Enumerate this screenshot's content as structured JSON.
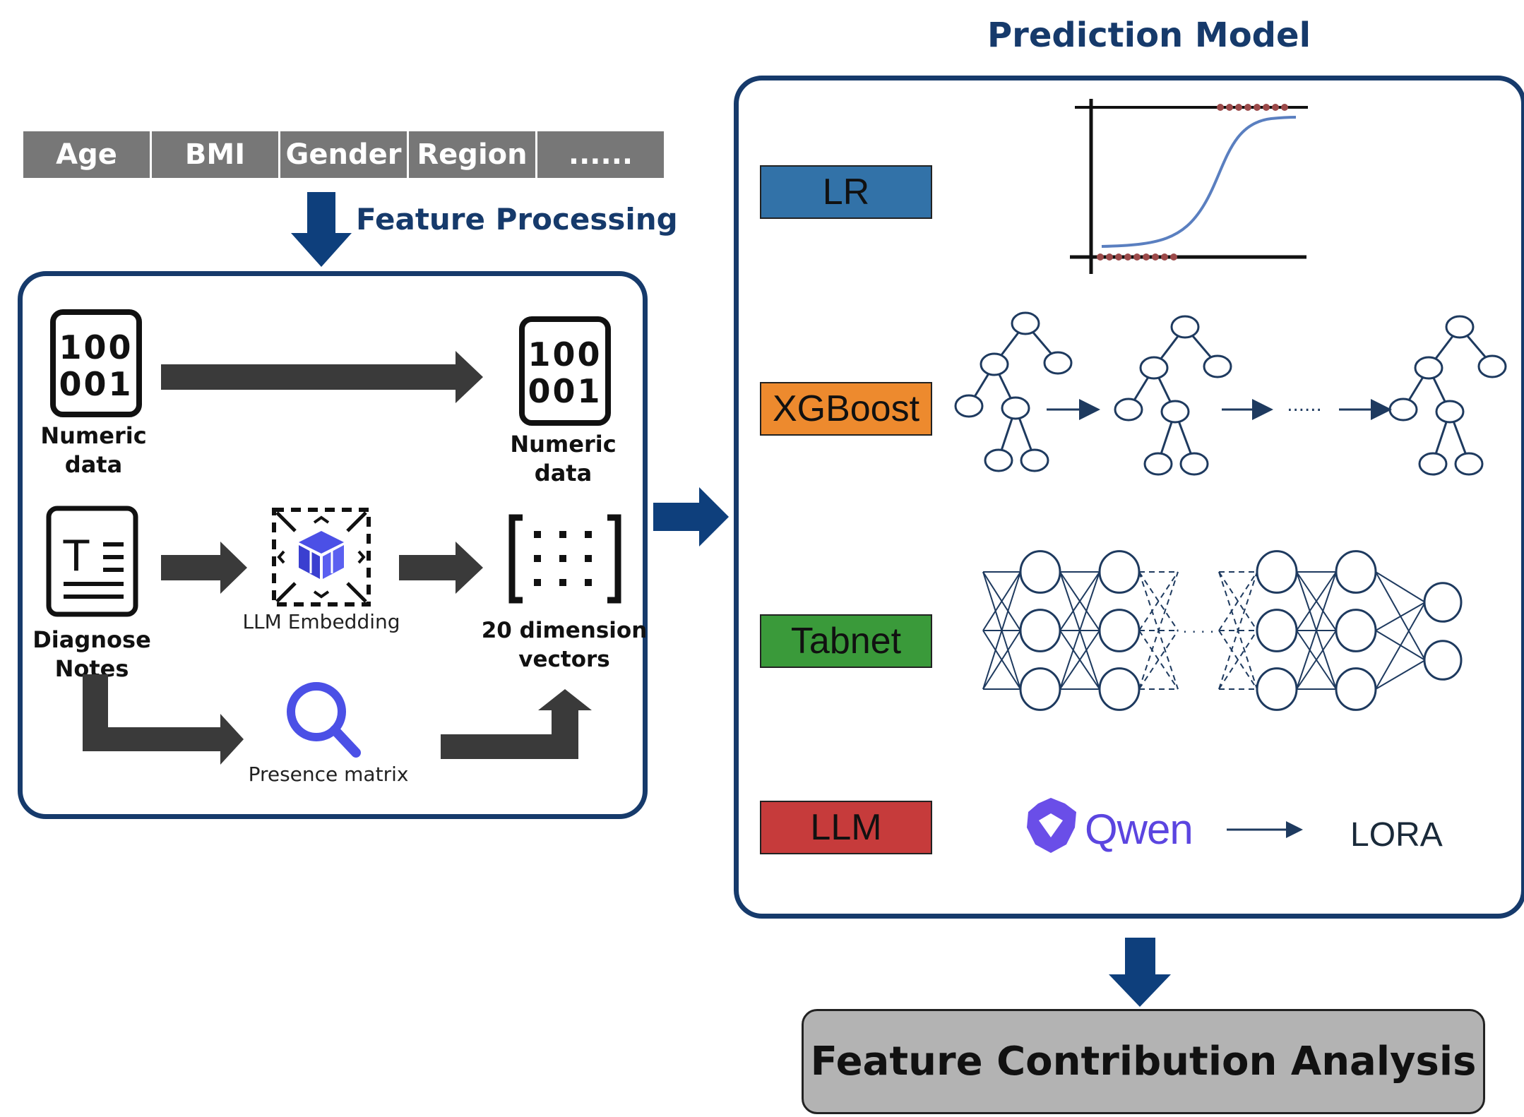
{
  "header_features": [
    "Age",
    "BMI",
    "Gender",
    "Region",
    "......"
  ],
  "feature_processing": {
    "title": "Feature Processing",
    "numeric_input_label": "Numeric\ndata",
    "numeric_output_label": "Numeric\ndata",
    "notes_label": "Diagnose\nNotes",
    "embedding_label": "LLM Embedding",
    "vectors_label": "20 dimension\nvectors",
    "presence_label": "Presence matrix",
    "binary_icon_text": [
      "100",
      "001"
    ]
  },
  "prediction_model": {
    "title": "Prediction Model",
    "models": [
      {
        "label": "LR",
        "color": "#3272a8"
      },
      {
        "label": "XGBoost",
        "color": "#ed8a2e"
      },
      {
        "label": "Tabnet",
        "color": "#3a9a3a"
      },
      {
        "label": "LLM",
        "color": "#c63b3b"
      }
    ],
    "xgboost_ellipsis": "......",
    "tabnet_ellipsis": "· · · ·",
    "qwen_logo_text": "Qwen",
    "lora_label": "LORA"
  },
  "analysis": {
    "label": "Feature Contribution Analysis",
    "color": "#b3b3b3"
  },
  "colors": {
    "panel_border": "#163a6b",
    "arrow_blue": "#0e3f7c",
    "arrow_dark": "#3a3a3a",
    "header_gray": "#777777",
    "tree_stroke": "#1e3a5f",
    "accent_purple": "#5b45e0"
  }
}
